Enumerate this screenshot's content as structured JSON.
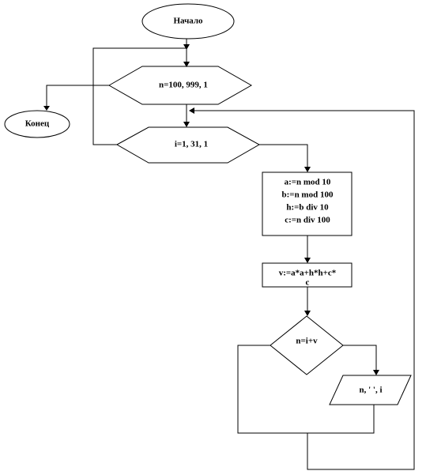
{
  "nodes": {
    "start": {
      "label": "Начало"
    },
    "outer_loop": {
      "label": "n=100,  999,  1"
    },
    "end": {
      "label": "Конец"
    },
    "inner_loop": {
      "label": "i=1,  31,  1"
    },
    "compute": {
      "lines": [
        "a:=n mod 10",
        "b:=n mod 100",
        "h:=b div 10",
        "c:=n div 100"
      ]
    },
    "formula": {
      "lines": [
        "v:=a*a+h*h+c*",
        "c"
      ]
    },
    "decision": {
      "label": "n=i+v"
    },
    "output": {
      "label": "n, ' ', i"
    }
  }
}
